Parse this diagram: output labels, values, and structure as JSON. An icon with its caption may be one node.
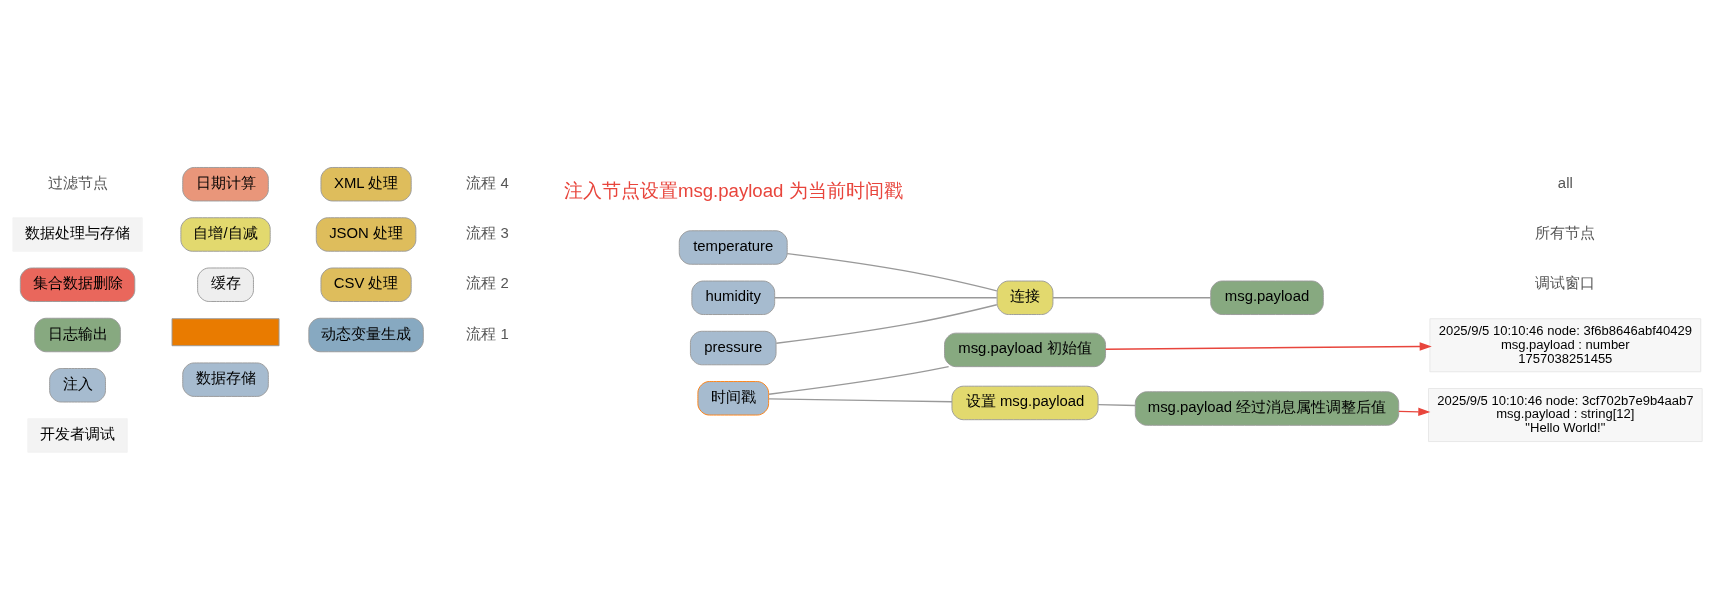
{
  "diagram": {
    "nodes": [
      {
        "text": [
          "开发者调试"
        ]
      },
      {
        "text": [
          "注入"
        ]
      },
      {
        "text": [
          "日志输出"
        ]
      },
      {
        "text": [
          "集合数据删除"
        ]
      },
      {
        "text": [
          "数据处理与存储"
        ]
      },
      {
        "text": [
          "数据存储"
        ]
      },
      {
        "text": [],
        "shape": "box"
      },
      {
        "text": [
          "缓存"
        ]
      },
      {
        "text": [
          "自增/自减"
        ]
      },
      {
        "text": [
          "日期计算"
        ]
      },
      {
        "text": [
          "动态变量生成"
        ]
      },
      {
        "text": [
          "CSV 处理"
        ]
      },
      {
        "text": [
          "JSON 处理"
        ]
      },
      {
        "text": [
          "XML 处理"
        ]
      },
      {
        "text": [
          "msg.payload 初始值"
        ]
      },
      {
        "text": [
          "时间戳"
        ]
      },
      {
        "text": [
          "设置 msg.payload"
        ]
      },
      {
        "text": [
          "msg.payload 经过消息属性调整后值"
        ]
      },
      {
        "text": [
          "temperature"
        ]
      },
      {
        "text": [
          "humidity"
        ]
      },
      {
        "text": [
          "pressure"
        ]
      },
      {
        "text": [
          "连接"
        ]
      },
      {
        "text": [
          "msg.payload"
        ]
      },
      {
        "text": [
          "2025/9/5 10:10:46 node: 3f6b8646abf40429",
          "msg.payload : number",
          "1757038251455"
        ]
      },
      {
        "text": [
          "2025/9/5 10:10:46 node: 3cf702b7e9b4aab7",
          "msg.payload : string[12]",
          "\"Hello World!\""
        ]
      }
    ],
    "edges": [
      {
        "from": 15,
        "to": 14,
        "arrow": "none"
      },
      {
        "from": 15,
        "to": 16,
        "arrow": "none"
      },
      {
        "from": 16,
        "to": 17,
        "arrow": "none"
      },
      {
        "from": 18,
        "to": 21,
        "arrow": "none"
      },
      {
        "from": 19,
        "to": 21,
        "arrow": "none"
      },
      {
        "from": 20,
        "to": 21,
        "arrow": "none"
      },
      {
        "from": 21,
        "to": 22,
        "arrow": "none"
      },
      {
        "from": 14,
        "to": 23,
        "arrow": "to",
        "color": "#e8453c"
      },
      {
        "from": 17,
        "to": 24,
        "arrow": "to",
        "color": "#e8453c"
      }
    ],
    "labels": [
      "过滤节点",
      "流程 1",
      "流程 2",
      "流程 3",
      "流程 4",
      "调试窗口",
      "所有节点",
      "all",
      "注入节点设置msg.payload 为当前时间戳"
    ]
  }
}
